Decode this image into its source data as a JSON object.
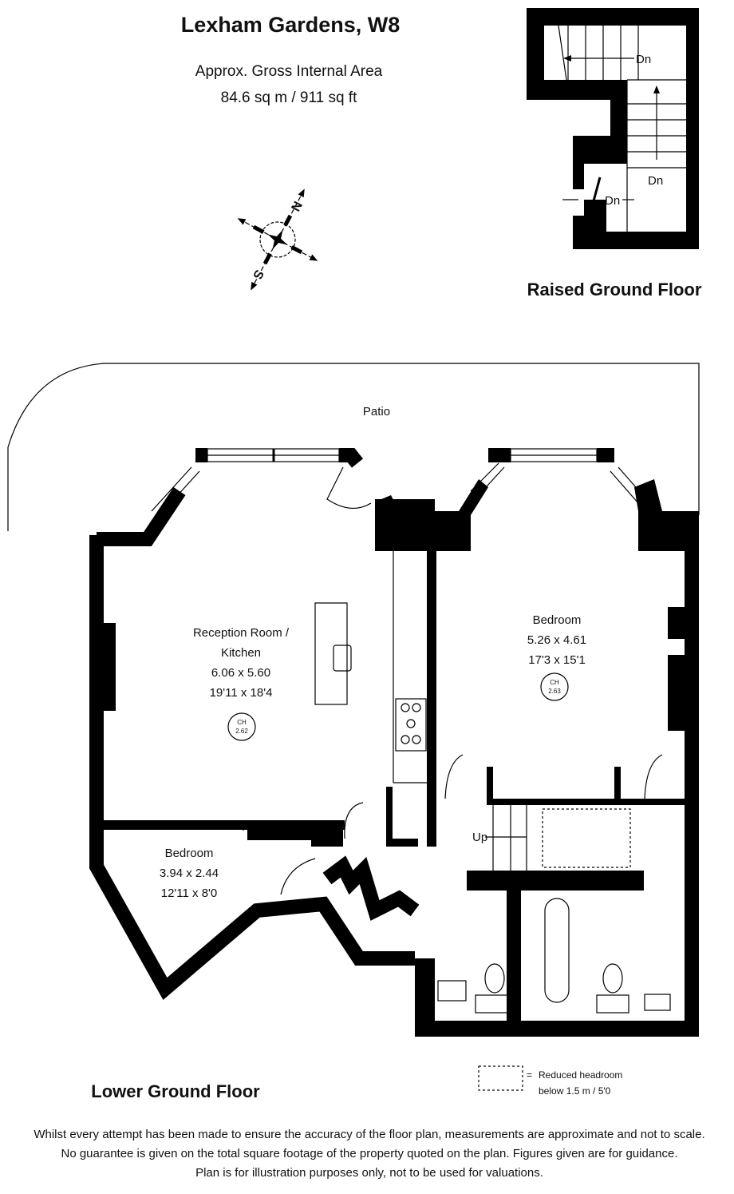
{
  "header": {
    "title": "Lexham Gardens, W8",
    "area_label": "Approx. Gross Internal Area",
    "area_value": "84.6 sq m / 911 sq ft"
  },
  "compass": {
    "north": "N",
    "south": "S"
  },
  "raised_ground_floor": {
    "label": "Raised Ground Floor",
    "stairs": [
      "Dn",
      "Dn",
      "Dn"
    ]
  },
  "lower_ground_floor": {
    "label": "Lower Ground Floor",
    "patio": "Patio",
    "reception": {
      "name_line1": "Reception Room /",
      "name_line2": "Kitchen",
      "metric": "6.06 x 5.60",
      "imperial": "19'11 x 18'4",
      "ch_label": "CH",
      "ch_value": "2.62"
    },
    "bedroom1": {
      "name": "Bedroom",
      "metric": "5.26 x 4.61",
      "imperial": "17'3 x 15'1",
      "ch_label": "CH",
      "ch_value": "2.63"
    },
    "bedroom2": {
      "name": "Bedroom",
      "metric": "3.94 x 2.44",
      "imperial": "12'11 x 8'0"
    },
    "stairs": "Up"
  },
  "legend": {
    "symbol": "=",
    "line1": "Reduced headroom",
    "line2": "below 1.5 m / 5'0"
  },
  "disclaimer": [
    "Whilst every attempt has been made to ensure the accuracy of the floor plan, measurements are approximate and not to scale.",
    "No guarantee is given on the total square footage of the property quoted on the plan. Figures given are for guidance.",
    "Plan is for illustration purposes only, not to be used for valuations."
  ]
}
